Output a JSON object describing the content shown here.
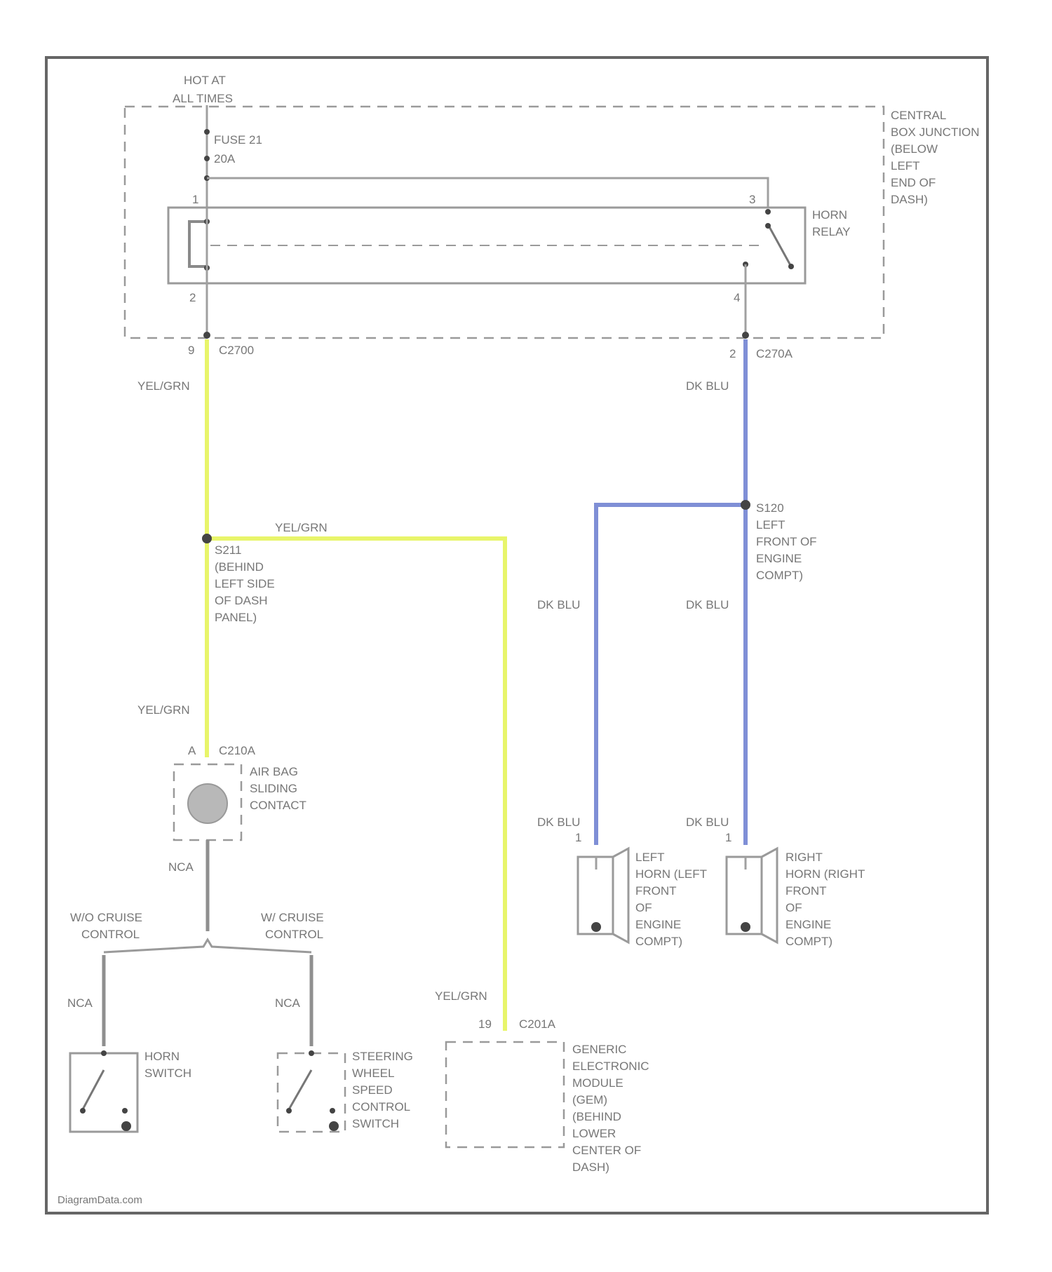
{
  "source_line": [
    "HOT AT",
    "ALL TIMES"
  ],
  "fuse": {
    "name": "FUSE 21",
    "rating": "20A"
  },
  "junction_box": [
    "CENTRAL",
    "BOX JUNCTION",
    "(BELOW",
    "LEFT",
    "END OF",
    "DASH)"
  ],
  "horn_relay": {
    "label": [
      "HORN",
      "RELAY"
    ],
    "pin_1": "1",
    "pin_2": "2",
    "pin_3": "3",
    "pin_4": "4"
  },
  "connectors": {
    "c2700": {
      "name": "C2700",
      "pin": "9"
    },
    "c270a": {
      "name": "C270A",
      "pin": "2"
    },
    "c210a": {
      "name": "C210A",
      "pin": "A"
    },
    "c201a": {
      "name": "C201A",
      "pin": "19"
    }
  },
  "wires": {
    "yel_grn": "YEL/GRN",
    "dk_blu": "DK BLU",
    "nca": "NCA"
  },
  "splices": {
    "s211": [
      "S211",
      "(BEHIND",
      "LEFT SIDE",
      "OF DASH",
      "PANEL)"
    ],
    "s120": [
      "S120",
      "LEFT",
      "FRONT OF",
      "ENGINE",
      "COMPT)"
    ]
  },
  "airbag_contact": [
    "AIR BAG",
    "SLIDING",
    "CONTACT"
  ],
  "branch_labels": {
    "without_cruise": [
      "W/O CRUISE",
      "CONTROL"
    ],
    "with_cruise": [
      "W/ CRUISE",
      "CONTROL"
    ]
  },
  "horn_switch": [
    "HORN",
    "SWITCH"
  ],
  "speed_control_switch": [
    "STEERING",
    "WHEEL",
    "SPEED",
    "CONTROL",
    "SWITCH"
  ],
  "gem": [
    "GENERIC",
    "ELECTRONIC",
    "MODULE",
    "(GEM)",
    "(BEHIND",
    "LOWER",
    "CENTER OF",
    "DASH)"
  ],
  "left_horn": {
    "label": [
      "LEFT",
      "HORN (LEFT",
      "FRONT",
      "OF",
      "ENGINE",
      "COMPT)"
    ],
    "pin": "1"
  },
  "right_horn": {
    "label": [
      "RIGHT",
      "HORN (RIGHT",
      "FRONT",
      "OF",
      "ENGINE",
      "COMPT)"
    ],
    "pin": "1"
  },
  "watermark": "DiagramData.com",
  "colors": {
    "yellow_green": "#e8f56a",
    "dark_blue": "#7f8fd6"
  }
}
